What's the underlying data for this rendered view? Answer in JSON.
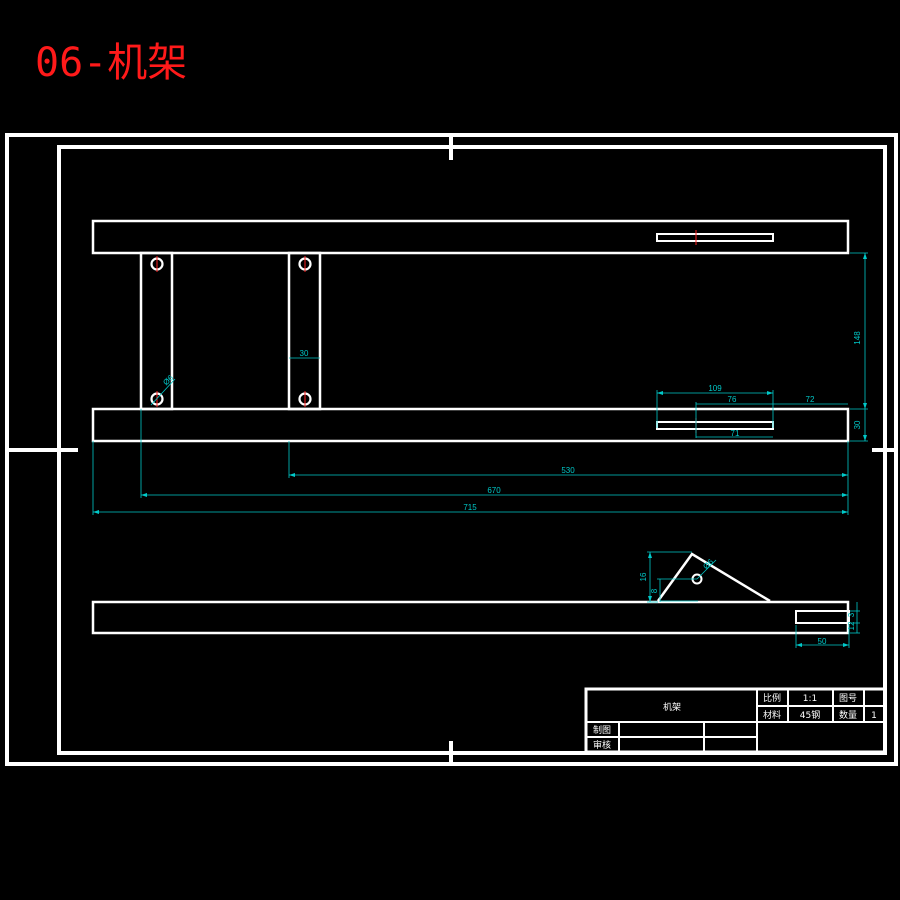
{
  "header": {
    "title": "06-机架"
  },
  "colors": {
    "background": "#000000",
    "outline": "#ffffff",
    "dimension": "#00c8c8",
    "title": "#ff1a1a",
    "center_mark": "#ff2020"
  },
  "dimensions": {
    "d148": "148",
    "d30_col": "30",
    "d30_side": "30",
    "d109": "109",
    "d76": "76",
    "d72": "72",
    "d71": "71",
    "d530": "530",
    "d670": "670",
    "d715": "715",
    "d16": "16",
    "d8": "8",
    "d50": "50",
    "d3": "3",
    "d12": "12",
    "dia_a": "Ø6",
    "dia_b": "Ø6"
  },
  "title_block": {
    "part_name": "机架",
    "scale_label": "比例",
    "scale_value": "1:1",
    "drawing_no_label": "图号",
    "drawing_no_value": "",
    "material_label": "材料",
    "material_value": "45钢",
    "quantity_label": "数量",
    "quantity_value": "1",
    "drawn_by_label": "制图",
    "checked_by_label": "审核"
  }
}
